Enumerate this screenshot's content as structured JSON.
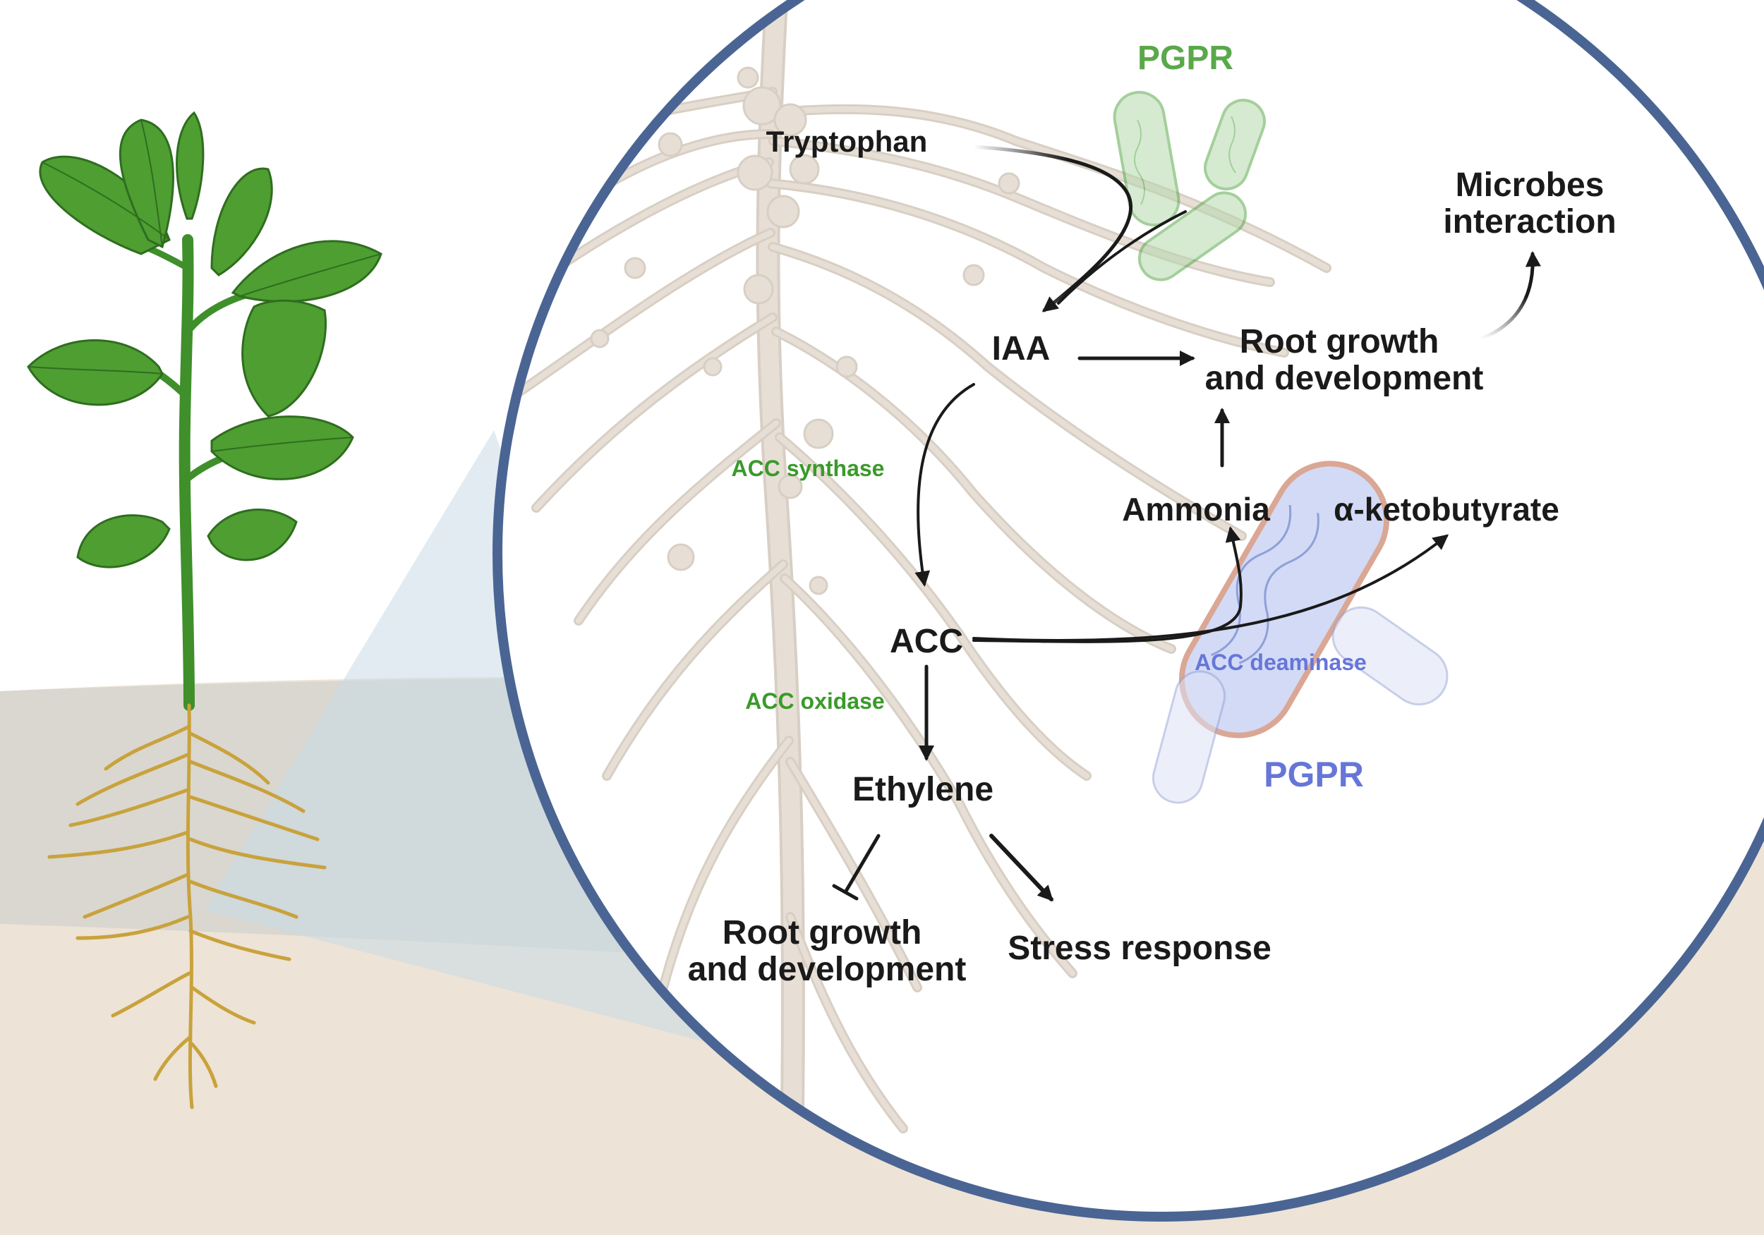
{
  "colors": {
    "soil_light": "#ede3d6",
    "soil_band": "#d9d7cf",
    "zoom_wedge": "#c9dbe6",
    "circle_border": "#4a6593",
    "root_fill": "#e7dfd6",
    "root_stroke": "#d8cfc4",
    "plant_green": "#3f8f2a",
    "leaf_green": "#4e9e32",
    "leaf_dark": "#2f6d1f",
    "root_gold": "#c9a23c",
    "pgpr_green": "#5aa84a",
    "pgpr_blue": "#6676d8",
    "enzyme_green": "#3a9a2a",
    "arrow": "#1a1a1a",
    "label": "#1a1a1a"
  },
  "labels": {
    "pgpr_top": "PGPR",
    "tryptophan": "Tryptophan",
    "microbes_line1": "Microbes",
    "microbes_line2": "interaction",
    "iaa": "IAA",
    "root_growth_top_line1": "Root growth",
    "root_growth_top_line2": "and development",
    "acc_synthase": "ACC synthase",
    "ammonia": "Ammonia",
    "ketobutyrate": "α-ketobutyrate",
    "acc": "ACC",
    "acc_deaminase": "ACC deaminase",
    "acc_oxidase": "ACC oxidase",
    "ethylene": "Ethylene",
    "pgpr_bottom": "PGPR",
    "root_growth_bottom_line1": "Root growth",
    "root_growth_bottom_line2": "and development",
    "stress_response": "Stress response"
  }
}
